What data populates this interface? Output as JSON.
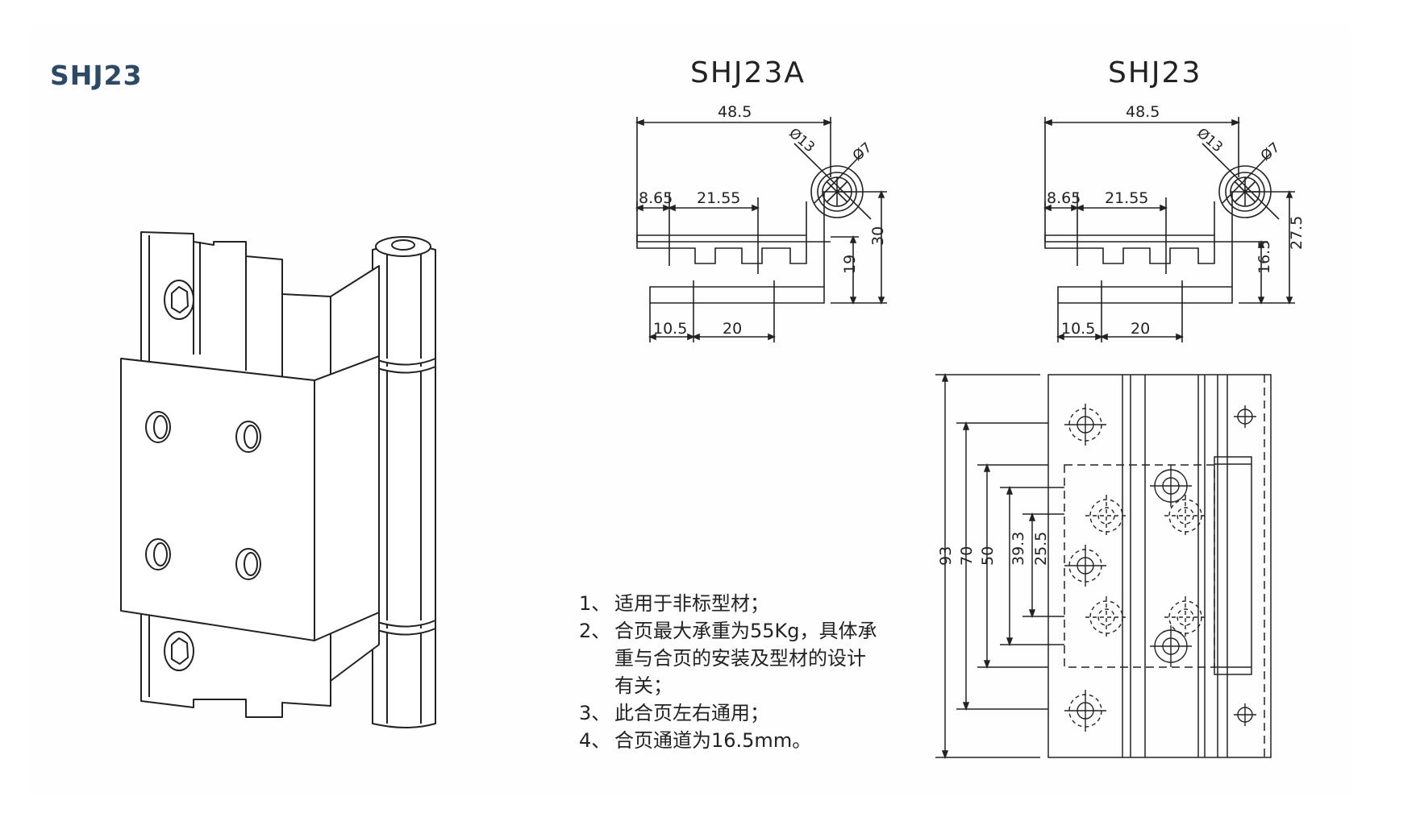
{
  "header": {
    "model": "SHJ23"
  },
  "views": {
    "a": {
      "title": "SHJ23A",
      "dims": {
        "top_width": "48.5",
        "pin_outer": "Ø13",
        "pin_inner": "Ø7",
        "upper_left": "8.65",
        "upper_right": "21.55",
        "lower_left": "10.5",
        "lower_right": "20",
        "v_small": "19",
        "v_large": "30"
      }
    },
    "b": {
      "title": "SHJ23",
      "dims": {
        "top_width": "48.5",
        "pin_outer": "Ø13",
        "pin_inner": "Ø7",
        "upper_left": "8.65",
        "upper_right": "21.55",
        "lower_left": "10.5",
        "lower_right": "20",
        "v_small": "16.5",
        "v_large": "27.5"
      }
    }
  },
  "front_view": {
    "dims": {
      "d93": "93",
      "d70": "70",
      "d50": "50",
      "d39": "39.3",
      "d25": "25.5"
    }
  },
  "notes": [
    {
      "num": "1、",
      "text": "适用于非标型材；"
    },
    {
      "num": "2、",
      "text": "合页最大承重为55Kg，具体承重与合页的安装及型材的设计有关；"
    },
    {
      "num": "3、",
      "text": "此合页左右通用；"
    },
    {
      "num": "4、",
      "text": "合页通道为16.5mm。"
    }
  ],
  "colors": {
    "brand": "#2c4a66",
    "line": "#222222"
  }
}
